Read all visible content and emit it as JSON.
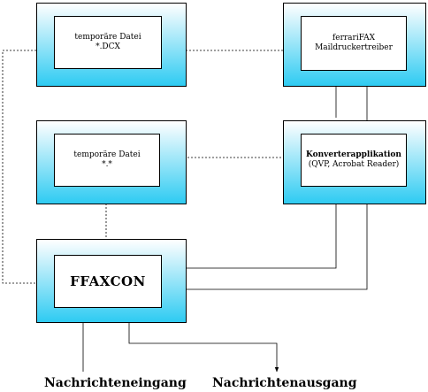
{
  "boxes": {
    "dcx": {
      "line1": "temporäre Datei",
      "line2": "*.DCX"
    },
    "ffax_driver": {
      "line1": "ferrariFAX",
      "line2": "Maildruckertreiber"
    },
    "temp_any": {
      "line1": "temporäre Datei",
      "line2": "*.*"
    },
    "converter": {
      "line1": "Konverterapplikation",
      "line2": "(QVP, Acrobat Reader)"
    },
    "ffaxcon": {
      "line1": "FFAXCON"
    }
  },
  "io": {
    "input_label": "Nachrichteneingang",
    "output_label": "Nachrichtenausgang"
  },
  "colors": {
    "shadow_gradient_top": "#ffffff",
    "shadow_gradient_bottom": "#2ecbf2",
    "line": "#000000"
  }
}
